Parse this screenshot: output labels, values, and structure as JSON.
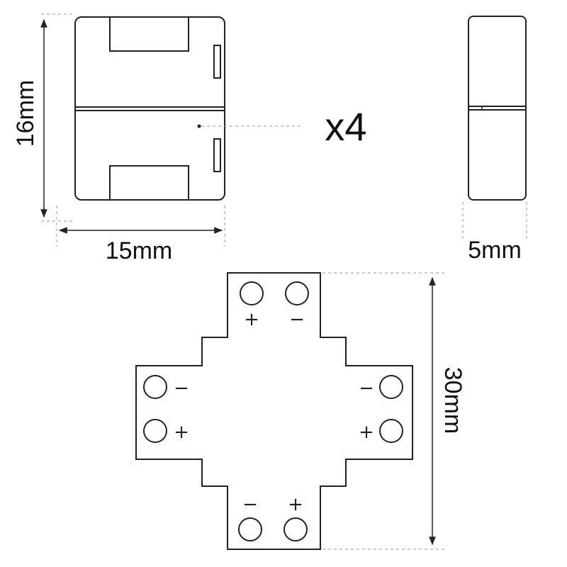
{
  "dimensions": {
    "height": "16mm",
    "width": "15mm",
    "thickness": "5mm",
    "pcb_span": "30mm"
  },
  "quantity": "x4",
  "polarity": {
    "plus": "+",
    "minus": "−"
  }
}
